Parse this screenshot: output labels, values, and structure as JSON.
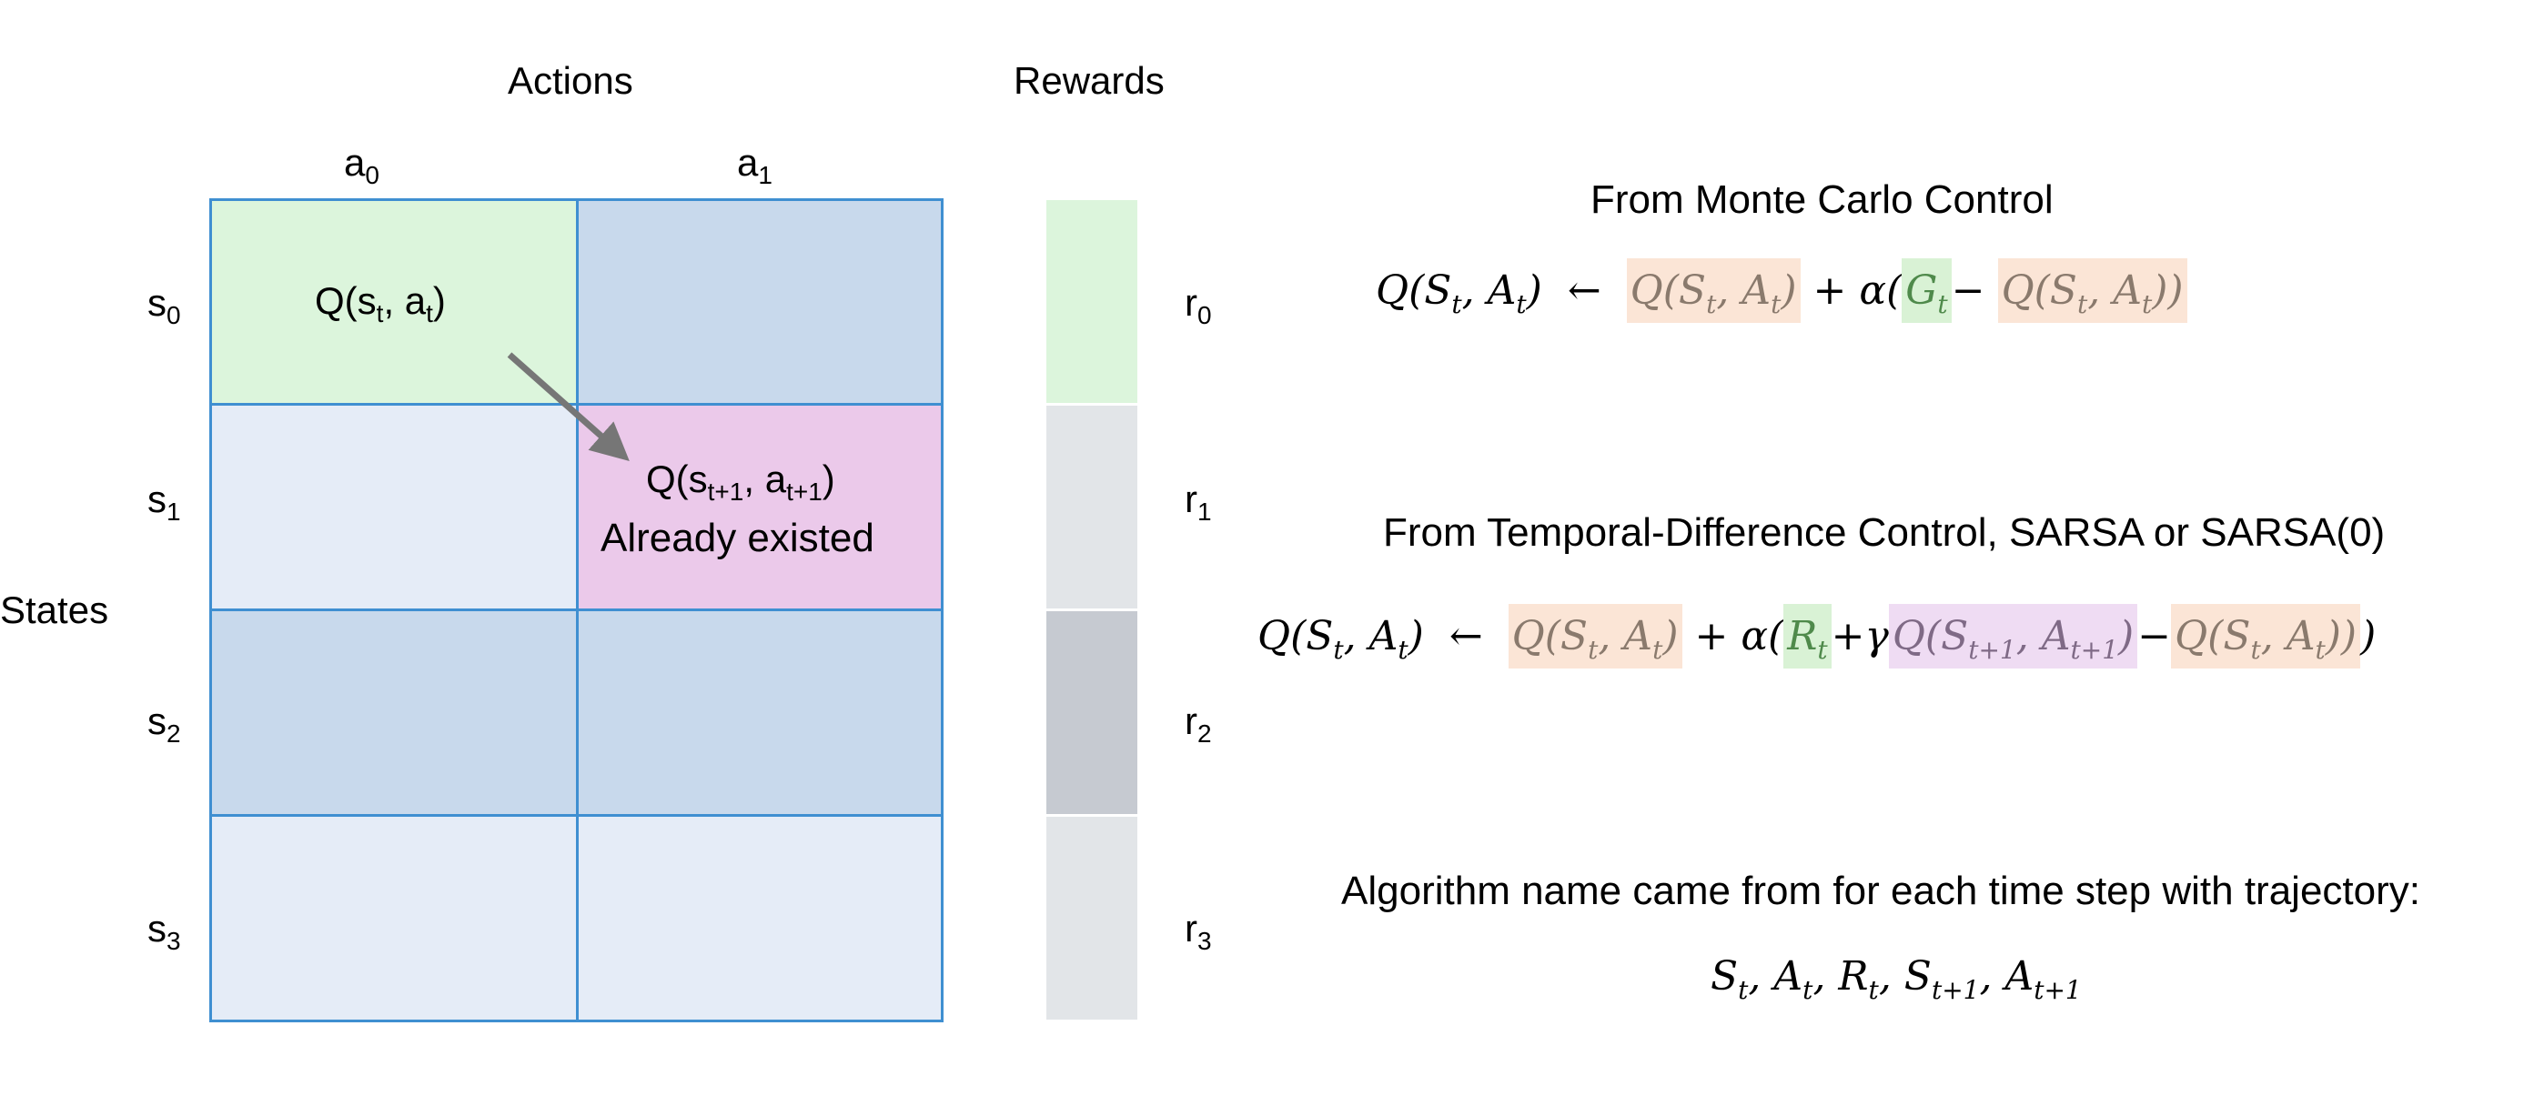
{
  "headers": {
    "actions": "Actions",
    "rewards": "Rewards",
    "states": "States"
  },
  "actions": [
    "a",
    "a"
  ],
  "action_idx": [
    "0",
    "1"
  ],
  "states": [
    "s",
    "s",
    "s",
    "s"
  ],
  "state_idx": [
    "0",
    "1",
    "2",
    "3"
  ],
  "rewards": [
    "r",
    "r",
    "r",
    "r"
  ],
  "reward_idx": [
    "0",
    "1",
    "2",
    "3"
  ],
  "cells": {
    "q_current": "Q(s",
    "q_current_sub1": "t",
    "q_current_mid": ", a",
    "q_current_sub2": "t",
    "q_current_end": ")",
    "q_next": "Q(s",
    "q_next_sub1": "t+1",
    "q_next_mid": ", a",
    "q_next_sub2": "t+1",
    "q_next_end": ")",
    "q_next_note": "Already existed"
  },
  "equations": {
    "mc_title": "From Monte Carlo Control",
    "td_title": "From Temporal-Difference Control, SARSA or SARSA(0)",
    "algo_title": "Algorithm name came from for each time step with trajectory:"
  },
  "colors": {
    "grid_border": "#3f8fd1",
    "current_cell": "#dcf5dc",
    "next_cell": "#ebc9ea",
    "dark_cell": "#c8d9ec",
    "light_cell": "#e5ecf7",
    "reward_green": "#dcf5dc",
    "reward_gray": "#e2e5e8",
    "reward_dark": "#c6cad1",
    "arrow": "#767676"
  }
}
